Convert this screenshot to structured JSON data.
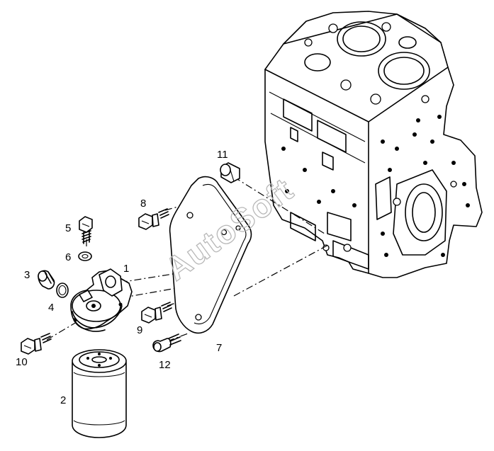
{
  "diagram": {
    "watermark": "AutoSoft",
    "callouts": [
      {
        "id": "1",
        "label": "1"
      },
      {
        "id": "2",
        "label": "2"
      },
      {
        "id": "3",
        "label": "3"
      },
      {
        "id": "4",
        "label": "4"
      },
      {
        "id": "5",
        "label": "5"
      },
      {
        "id": "6",
        "label": "6"
      },
      {
        "id": "7",
        "label": "7"
      },
      {
        "id": "8",
        "label": "8"
      },
      {
        "id": "9",
        "label": "9"
      },
      {
        "id": "10",
        "label": "10"
      },
      {
        "id": "11",
        "label": "11"
      },
      {
        "id": "12",
        "label": "12"
      }
    ],
    "line_color": "#000000",
    "watermark_color": "#b8b8b8"
  }
}
